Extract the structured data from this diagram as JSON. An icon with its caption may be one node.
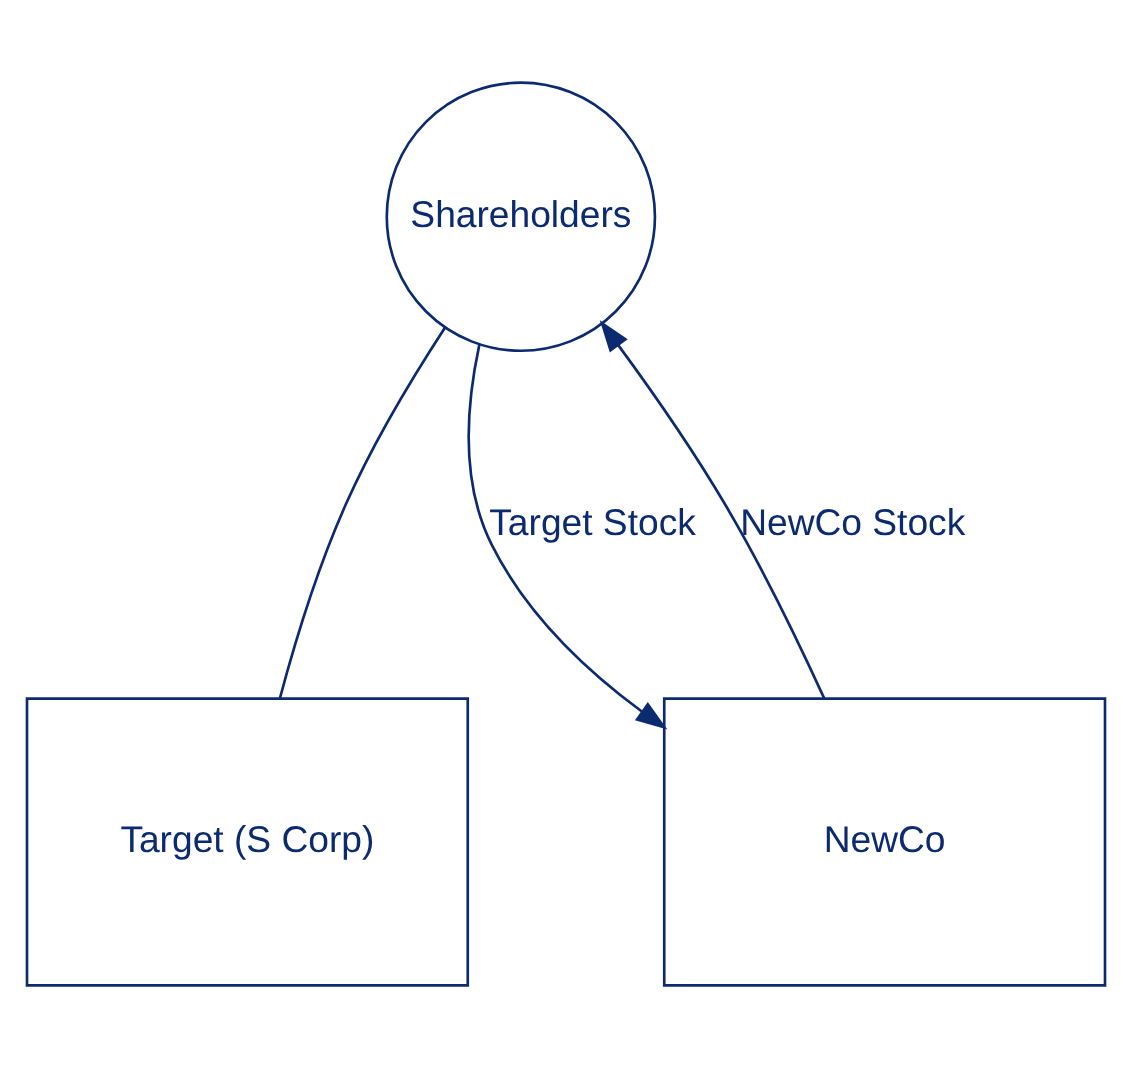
{
  "diagram": {
    "nodes": [
      {
        "text": [
          "Shareholders"
        ]
      },
      {
        "text": [
          "Target (S Corp)"
        ]
      },
      {
        "text": [
          "NewCo"
        ]
      }
    ],
    "edges": [
      {
        "from": 0,
        "to": 1,
        "arrow": "none"
      },
      {
        "from": 0,
        "to": 2,
        "arrow": "to",
        "label": "Target Stock"
      },
      {
        "from": 2,
        "to": 0,
        "arrow": "to",
        "label": "NewCo Stock"
      }
    ]
  }
}
